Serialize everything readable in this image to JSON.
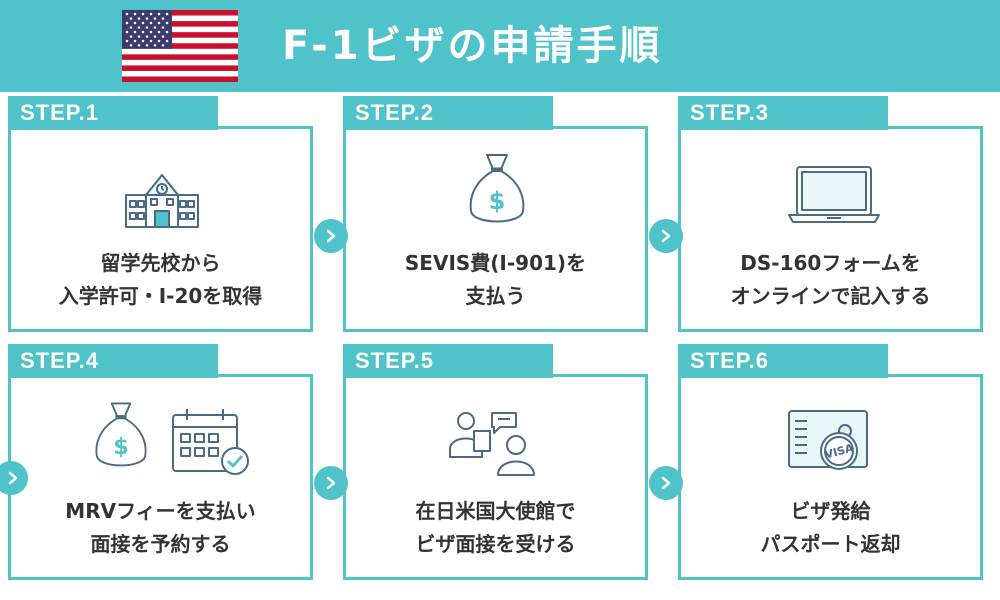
{
  "header": {
    "title": "F-1ビザの申請手順",
    "flag_icon": "us-flag-icon",
    "background": "#4fc3c9"
  },
  "steps": [
    {
      "label": "STEP.1",
      "line1": "留学先校から",
      "line2": "入学許可・I-20を取得",
      "icon": "school-building-icon"
    },
    {
      "label": "STEP.2",
      "line1": "SEVIS費(I-901)を",
      "line2": "支払う",
      "icon": "money-bag-icon"
    },
    {
      "label": "STEP.3",
      "line1": "DS-160フォームを",
      "line2": "オンラインで記入する",
      "icon": "laptop-icon"
    },
    {
      "label": "STEP.4",
      "line1": "MRVフィーを支払い",
      "line2": "面接を予約する",
      "icon": "money-bag-calendar-icon"
    },
    {
      "label": "STEP.5",
      "line1": "在日米国大使館で",
      "line2": "ビザ面接を受ける",
      "icon": "interview-icon"
    },
    {
      "label": "STEP.6",
      "line1": "ビザ発給",
      "line2": "パスポート返却",
      "icon": "visa-stamp-icon"
    }
  ],
  "colors": {
    "accent": "#4fc3c9",
    "text": "#333333",
    "icon_line": "#4a6a86"
  }
}
